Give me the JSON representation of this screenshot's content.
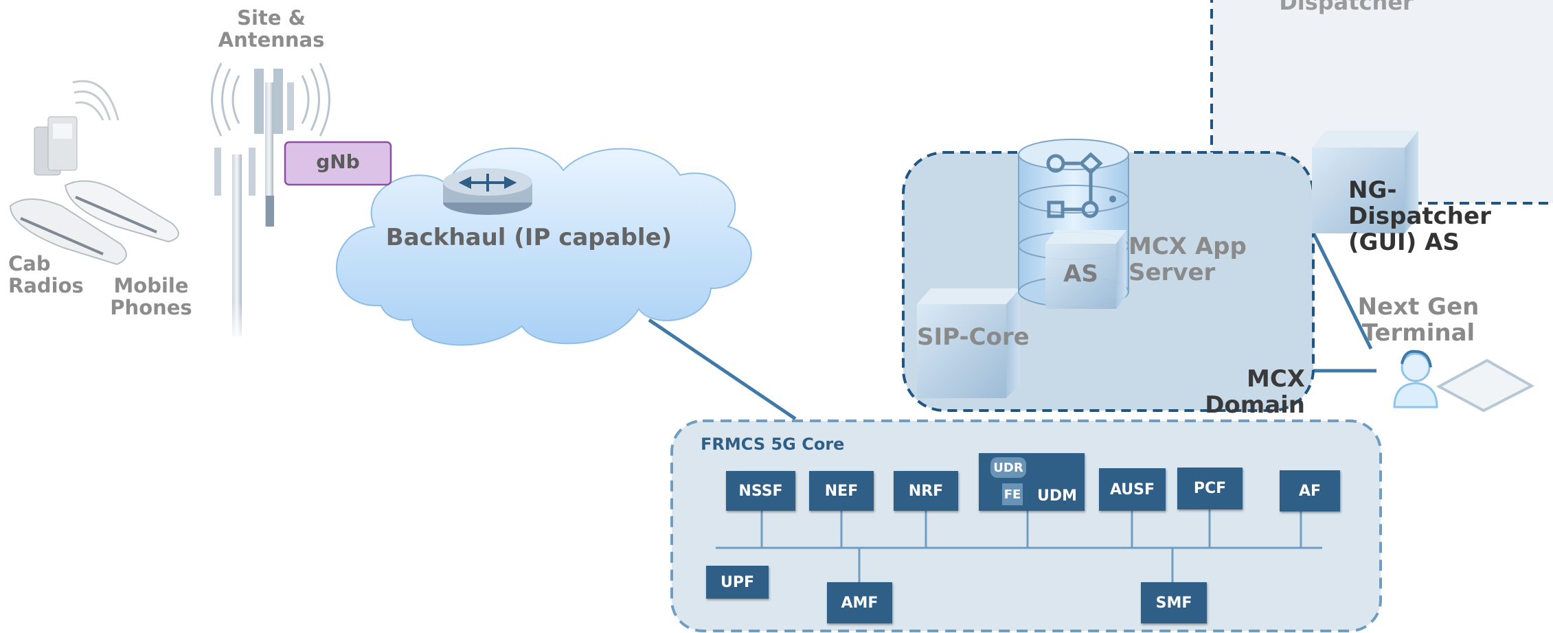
{
  "labels": {
    "site_antennas": "Site &\nAntennas",
    "gnb": "gNb",
    "backhaul": "Backhaul (IP capable)",
    "cab_radios": "Cab\nRadios",
    "mobile_phones": "Mobile\nPhones",
    "dispatcher": "Dispatcher",
    "ng_dispatcher": "NG-Dispatcher\n(GUI) AS",
    "mcx_app_server": "MCX App Server",
    "as": "AS",
    "sip_core": "SIP-Core",
    "mcx_domain": "MCX Domain",
    "next_gen_terminal": "Next Gen\nTerminal",
    "frmcs_core": "FRMCS 5G Core"
  },
  "core_functions": {
    "nssf": "NSSF",
    "nef": "NEF",
    "nrf": "NRF",
    "udr": "UDR",
    "fe": "FE",
    "udm": "UDM",
    "ausf": "AUSF",
    "pcf": "PCF",
    "af": "AF",
    "upf": "UPF",
    "amf": "AMF",
    "smf": "SMF"
  },
  "colors": {
    "core_box": "#2f5f86",
    "dashed_border": "#1f5582",
    "cloud": "#bfdcf7",
    "gnb_fill": "#dcc2e6",
    "gnb_border": "#8a4fa3",
    "link": "#3f79a8"
  }
}
